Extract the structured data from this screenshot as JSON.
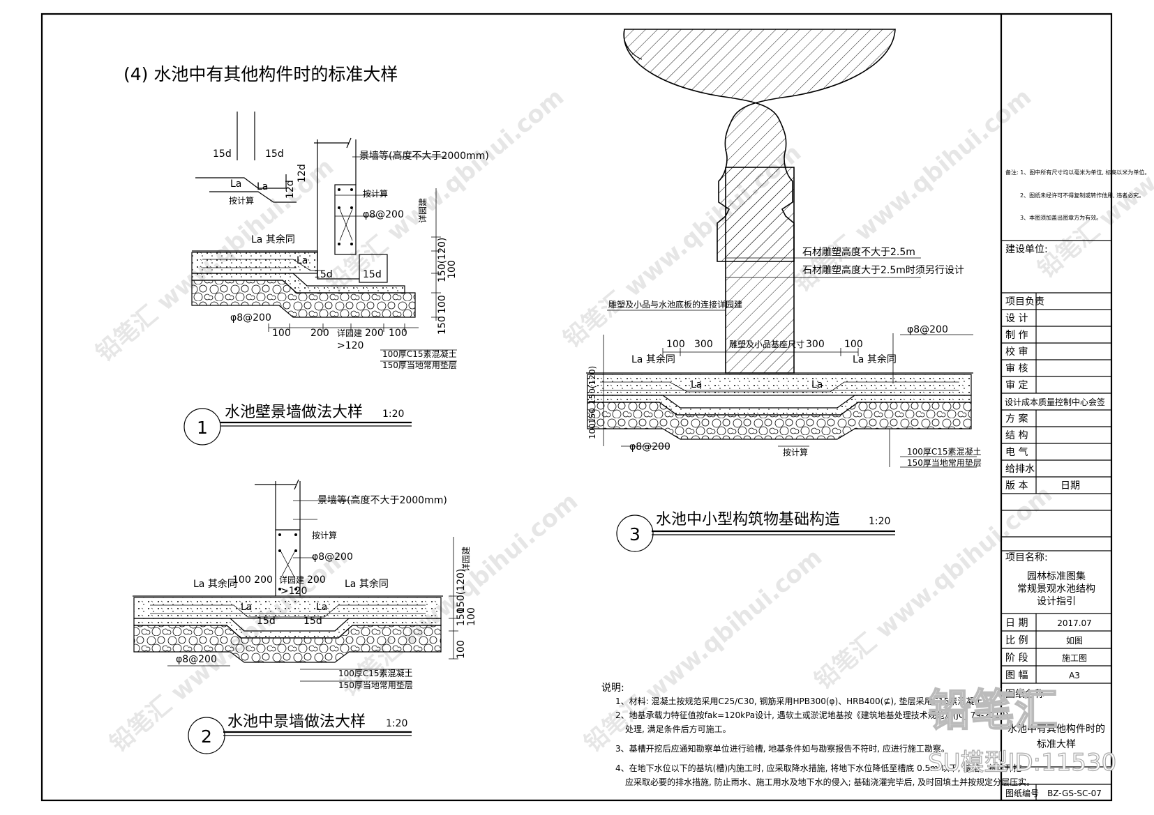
{
  "sheet": {
    "main_title": "(4) 水池中有其他构件时的标准大样",
    "watermark": "铅笔汇  www.qbihui.com",
    "corner_watermark": "铅笔汇",
    "corner_id": "SU模型ID:11530"
  },
  "detail1": {
    "number": "1",
    "title": "水池壁景墙做法大样",
    "scale": "1:20",
    "labels": {
      "wall": "景墙等(高度不大于2000mm)",
      "calc1": "按计算",
      "calc2": "按计算",
      "rebar": "φ8@200",
      "rebar2": "φ8@200",
      "la_same": "La  其余同",
      "la": "La",
      "la2": "La",
      "la3": "La",
      "d15a": "15d",
      "d15b": "15d",
      "d15c": "15d",
      "d15d": "15d",
      "d12a": "12d",
      "d12b": "12d",
      "detail_design": "详园建",
      "v150": "150",
      "v100": "100",
      "v150b": "150(120)",
      "v100b": "100",
      "h100a": "100",
      "h200a": "200",
      "h_detail": "详园建",
      "h200b": "200",
      "h100b": "100",
      "h120": ">120",
      "layer1": "100厚C15素混凝土",
      "layer2": "150厚当地常用垫层"
    }
  },
  "detail2": {
    "number": "2",
    "title": "水池中景墙做法大样",
    "scale": "1:20",
    "labels": {
      "wall": "景墙等(高度不大于2000mm)",
      "calc": "按计算",
      "rebar": "φ8@200",
      "rebar2": "φ8@200",
      "la_left": "La  其余同",
      "la_right": "La  其余同",
      "la1": "La",
      "la2": "La",
      "d15a": "15d",
      "d15b": "15d",
      "dims": "100  200",
      "detail_design": "详园建",
      "h200": "200",
      "h120": ">120",
      "side": "详园建",
      "v1": "150",
      "v2": "100",
      "v3": "150(120)",
      "v4": "100",
      "layer1": "100厚C15素混凝土",
      "layer2": "150厚当地常用垫层"
    }
  },
  "detail3": {
    "number": "3",
    "title": "水池中小型构筑物基础构造",
    "scale": "1:20",
    "labels": {
      "stone1": "石材雕塑高度不大于2.5m",
      "stone2": "石材雕塑高度大于2.5m时须另行设计",
      "connect": "雕塑及小品与水池底板的连接详园建",
      "base_size": "雕塑及小品基座尺寸",
      "d100a": "100",
      "d300a": "300",
      "d300b": "300",
      "d100b": "100",
      "la_left": "La  其余同",
      "la_right": "La  其余同",
      "la1": "La",
      "la2": "La",
      "rebar_top": "φ8@200",
      "rebar_bot": "φ8@200",
      "calc": "按计算",
      "v1": "150(120)",
      "v2": "150",
      "v3": "100",
      "layer1": "100厚C15素混凝土",
      "layer2": "150厚当地常用垫层"
    }
  },
  "notes": {
    "heading": "说明:",
    "items": [
      "1、材料: 混凝土按规范采用C25/C30, 钢筋采用HPB300(φ)、HRB400(⊈), 垫层采用C15素混凝土。",
      "2、地基承载力特征值按fak=120kPa设计, 遇软土或淤泥地基按《建筑地基处理技术规范》(JGJ 79-2012)",
      "处理, 满足条件后方可施工。",
      "3、基槽开挖后应通知勘察单位进行验槽, 地基条件如与勘察报告不符时, 应进行施工勘察。",
      "4、在地下水位以下的基坑(槽)内施工时, 应采取降水措施, 将地下水位降低至槽底 0.5m 以下, 基槽、基坑开挖",
      "应采取必要的排水措施, 防止雨水、施工用水及地下水的侵入; 基础浇灌完毕后, 及时回填土并按规定分层压实。"
    ]
  },
  "title_block": {
    "remarks": [
      "备注: 1、图中所有尺寸均以毫米为单位, 标高以米为单位。",
      "2、图纸未经许可不得复制或转作他用, 违者必究。",
      "3、本图须加盖出图章方为有效。"
    ],
    "client_label": "建设单位:",
    "rows": [
      {
        "label": "项目负责"
      },
      {
        "label": "设  计"
      },
      {
        "label": "制  作"
      },
      {
        "label": "校  审"
      },
      {
        "label": "审  核"
      },
      {
        "label": "审  定"
      }
    ],
    "countersign": "设计成本质量控制中心会签",
    "rows2": [
      {
        "label": "方  案"
      },
      {
        "label": "结  构"
      },
      {
        "label": "电  气"
      },
      {
        "label": "给排水"
      },
      {
        "label": "版  本",
        "value": "日期"
      }
    ],
    "project_label": "项目名称:",
    "project_name_1": "园林标准图集",
    "project_name_2": "常规景观水池结构",
    "project_name_3": "设计指引",
    "info": [
      {
        "label": "日  期",
        "value": "2017.07"
      },
      {
        "label": "比  例",
        "value": "如图"
      },
      {
        "label": "阶  段",
        "value": "施工图"
      },
      {
        "label": "图  幅",
        "value": "A3"
      }
    ],
    "drawing_name_label": "图纸名称",
    "drawing_name_1": "水池中有其他构件时的",
    "drawing_name_2": "标准大样",
    "drawing_no_label": "图纸编号",
    "drawing_no": "BZ-GS-SC-07"
  }
}
